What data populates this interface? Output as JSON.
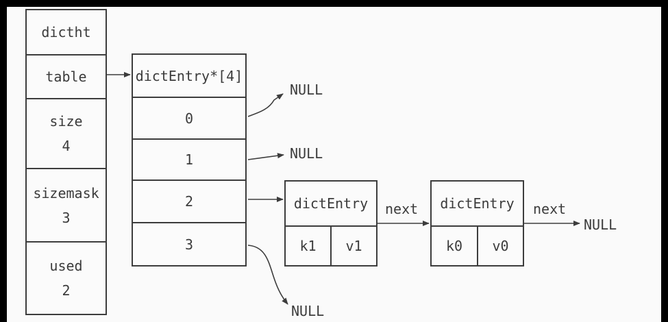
{
  "dictht": {
    "title": "dictht",
    "fields": [
      {
        "name": "table",
        "value": ""
      },
      {
        "name": "size",
        "value": "4"
      },
      {
        "name": "sizemask",
        "value": "3"
      },
      {
        "name": "used",
        "value": "2"
      }
    ]
  },
  "table_array": {
    "title": "dictEntry*[4]",
    "slots": [
      "0",
      "1",
      "2",
      "3"
    ]
  },
  "entries": [
    {
      "title": "dictEntry",
      "key": "k1",
      "value": "v1"
    },
    {
      "title": "dictEntry",
      "key": "k0",
      "value": "v0"
    }
  ],
  "labels": {
    "null": "NULL",
    "next": "next"
  }
}
